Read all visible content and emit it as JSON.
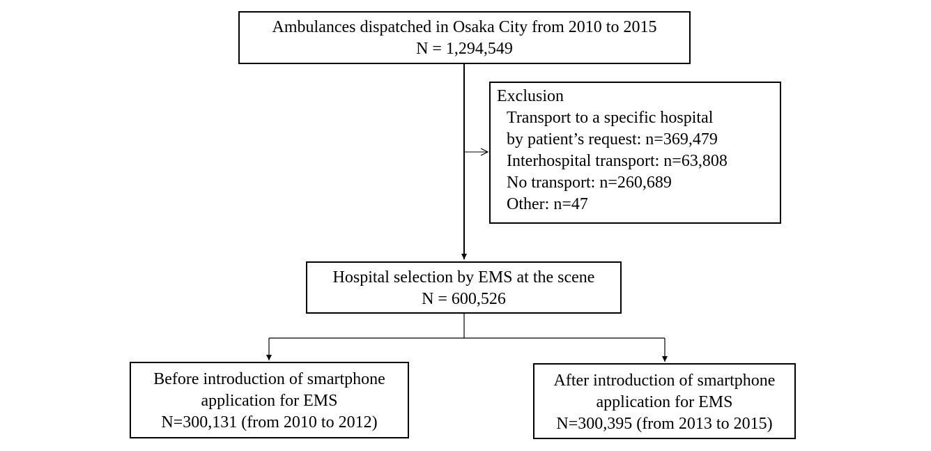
{
  "flowchart": {
    "top_box": {
      "line1": "Ambulances dispatched in Osaka City from 2010 to 2015",
      "line2": "N = 1,294,549"
    },
    "exclusion_box": {
      "heading": "Exclusion",
      "items": [
        "Transport to a specific hospital",
        "by patient’s request: n=369,479",
        "Interhospital transport: n=63,808",
        "No transport: n=260,689",
        "Other: n=47"
      ]
    },
    "middle_box": {
      "line1": "Hospital selection by EMS at the scene",
      "line2": "N = 600,526"
    },
    "left_box": {
      "line1": "Before introduction of smartphone",
      "line2": "application for EMS",
      "line3": "N=300,131 (from 2010 to 2012)"
    },
    "right_box": {
      "line1": "After introduction of smartphone",
      "line2": "application for EMS",
      "line3": "N=300,395 (from 2013 to 2015)"
    }
  },
  "colors": {
    "line": "#000000",
    "box_border": "#000000",
    "background": "#ffffff"
  }
}
